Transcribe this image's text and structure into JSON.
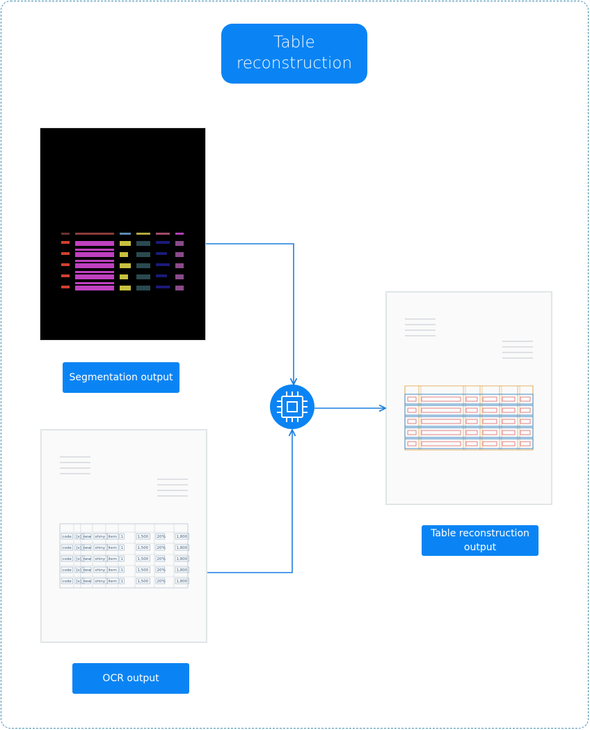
{
  "title": {
    "line1": "Table",
    "line2": "reconstruction"
  },
  "labels": {
    "segmentation": "Segmentation output",
    "ocr": "OCR output",
    "reconstruction_line1": "Table reconstruction",
    "reconstruction_line2": "output"
  },
  "processor_icon": "cpu-chip-icon",
  "ocr_table": {
    "rows": [
      [
        "code",
        "[s]",
        "new",
        "shiny",
        "item",
        "1",
        "1,500",
        "20%",
        "1,800"
      ],
      [
        "code",
        "[s]",
        "new",
        "shiny",
        "item",
        "1",
        "1,500",
        "20%",
        "1,800"
      ],
      [
        "code",
        "[s]",
        "new",
        "shiny",
        "item",
        "1",
        "1,500",
        "20%",
        "1,800"
      ],
      [
        "code",
        "[s]",
        "new",
        "shiny",
        "item",
        "1",
        "1,500",
        "20%",
        "1,800"
      ],
      [
        "code",
        "[s]",
        "new",
        "shiny",
        "item",
        "1",
        "1,500",
        "20%",
        "1,800"
      ]
    ]
  },
  "colors": {
    "accent": "#0a84f4",
    "arrow": "#1a7fe0",
    "segment_magenta": "#c040c0",
    "segment_olive": "#c8c040",
    "segment_teal": "#2a4a50",
    "segment_navy": "#1a1a7a",
    "segment_red": "#d04030",
    "segment_purple": "#8a4a8a",
    "cell_red": "#e05050",
    "cell_orange": "#e0a040",
    "row_blue": "#3080c0"
  }
}
